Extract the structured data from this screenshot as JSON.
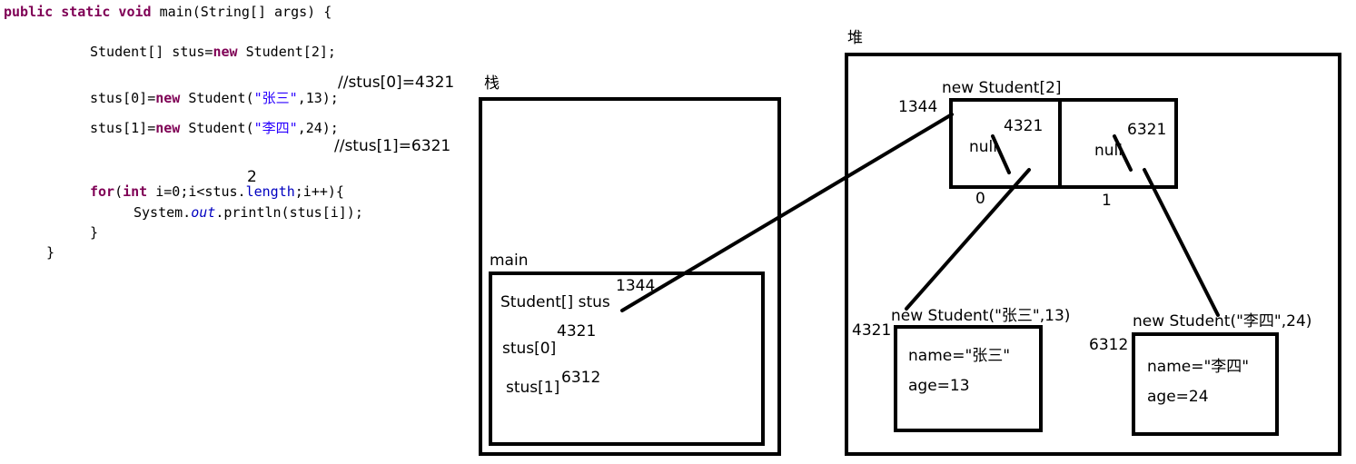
{
  "code": {
    "line1": {
      "kw": "public static void",
      "rest": " main(String[] args) {"
    },
    "line2": {
      "a": "Student[] stus=",
      "kw": "new",
      "b": " Student[2];"
    },
    "line3": {
      "a": "stus[0]=",
      "kw": "new",
      "b": " Student(",
      "str": "\"张三\"",
      "c": ",13);"
    },
    "line4": {
      "a": "stus[1]=",
      "kw": "new",
      "b": " Student(",
      "str": "\"李四\"",
      "c": ",24);"
    },
    "line5": {
      "kw1": "for",
      "a": "(",
      "kw2": "int",
      "b": " i=0;i<stus.",
      "fld": "length",
      "c": ";i++){"
    },
    "line6": {
      "a": "System.",
      "ital": "out",
      "b": ".println(stus[i]);"
    },
    "line7": "}",
    "line8": "}"
  },
  "annotations": {
    "stus0_comment": "//stus[0]=4321",
    "stus1_comment": "//stus[1]=6321",
    "length_value": "2"
  },
  "stack": {
    "label": "栈",
    "frame_label": "main",
    "stus_label": "Student[] stus",
    "stus_addr": "1344",
    "stus0_label": "stus[0]",
    "stus0_addr": "4321",
    "stus1_label": "stus[1]",
    "stus1_addr": "6312"
  },
  "heap": {
    "label": "堆",
    "array": {
      "title": "new Student[2]",
      "addr": "1344",
      "cell0_null": "null",
      "cell0_addr": "4321",
      "cell0_index": "0",
      "cell1_null": "null",
      "cell1_addr": "6321",
      "cell1_index": "1"
    },
    "obj1": {
      "title": "new Student(\"张三\",13)",
      "addr": "4321",
      "name": "name=\"张三\"",
      "age": "age=13"
    },
    "obj2": {
      "title": "new Student(\"李四\",24)",
      "addr": "6312",
      "name": "name=\"李四\"",
      "age": "age=24"
    }
  }
}
